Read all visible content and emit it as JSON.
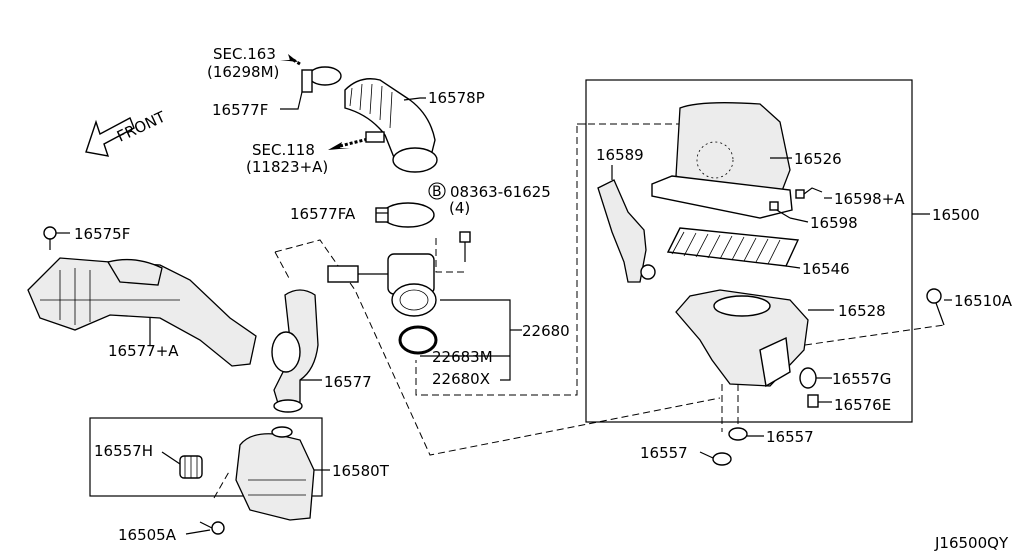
{
  "labels": {
    "sec163": "SEC.163",
    "sec163_ref": "(16298M)",
    "p16577F": "16577F",
    "p16578P": "16578P",
    "front": "FRONT",
    "sec118": "SEC.118",
    "sec118_ref": "(11823+A)",
    "p16589": "16589",
    "p16526": "16526",
    "bolt_mark": "B",
    "p08363": "08363-61625",
    "qty4": "(4)",
    "p16577FA": "16577FA",
    "p16598A": "16598+A",
    "p16598": "16598",
    "p16500": "16500",
    "p16575F": "16575F",
    "p16546": "16546",
    "p16510A": "16510A",
    "p16528": "16528",
    "p22680": "22680",
    "p16577A": "16577+A",
    "p22683M": "22683M",
    "p22680X": "22680X",
    "p16577": "16577",
    "p16557G": "16557G",
    "p16576E": "16576E",
    "p16557H": "16557H",
    "p16580T": "16580T",
    "p16557a": "16557",
    "p16557b": "16557",
    "p16505A": "16505A",
    "diagram_code": "J16500QY"
  }
}
